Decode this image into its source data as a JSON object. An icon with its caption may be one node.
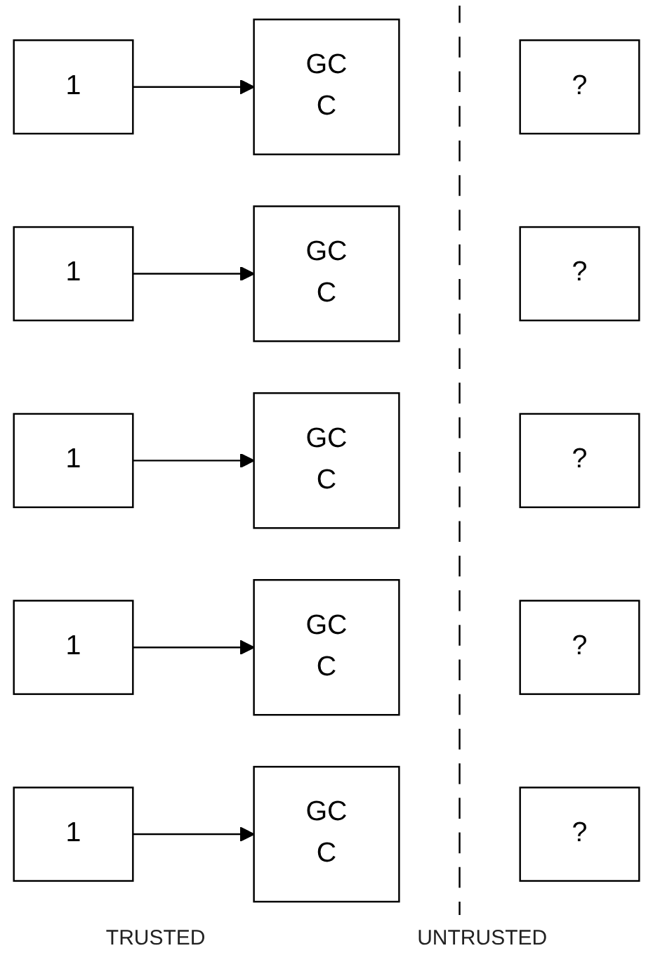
{
  "diagram": {
    "nodes": [
      {
        "text": [
          "1"
        ]
      },
      {
        "text": [
          "GC",
          "C"
        ]
      },
      {
        "text": [
          "?"
        ]
      },
      {
        "text": [
          "1"
        ]
      },
      {
        "text": [
          "GC",
          "C"
        ]
      },
      {
        "text": [
          "?"
        ]
      },
      {
        "text": [
          "1"
        ]
      },
      {
        "text": [
          "GC",
          "C"
        ]
      },
      {
        "text": [
          "?"
        ]
      },
      {
        "text": [
          "1"
        ]
      },
      {
        "text": [
          "GC",
          "C"
        ]
      },
      {
        "text": [
          "?"
        ]
      },
      {
        "text": [
          "1"
        ]
      },
      {
        "text": [
          "GC",
          "C"
        ]
      },
      {
        "text": [
          "?"
        ]
      }
    ],
    "edges": [
      {
        "from": 0,
        "to": 1,
        "arrow": "to"
      },
      {
        "from": 3,
        "to": 4,
        "arrow": "to"
      },
      {
        "from": 6,
        "to": 7,
        "arrow": "to"
      },
      {
        "from": 9,
        "to": 10,
        "arrow": "to"
      },
      {
        "from": 12,
        "to": 13,
        "arrow": "to"
      }
    ],
    "labels": [
      "TRUSTED",
      "UNTRUSTED"
    ]
  }
}
